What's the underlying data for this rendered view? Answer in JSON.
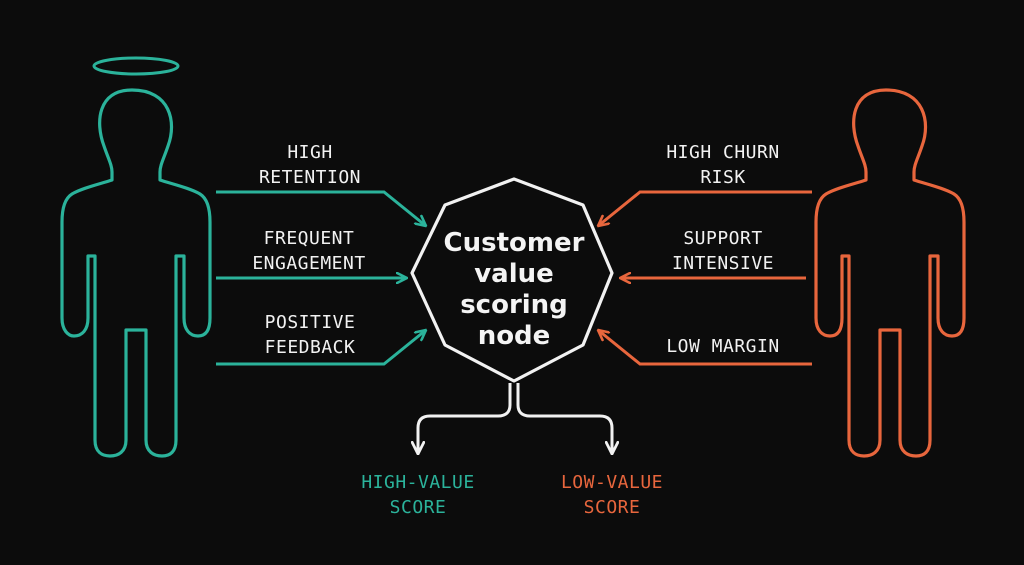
{
  "node": {
    "lines": [
      "Customer",
      "value",
      "scoring",
      "node"
    ]
  },
  "positive_signals": [
    {
      "lines": [
        "HIGH",
        "RETENTION"
      ]
    },
    {
      "lines": [
        "FREQUENT",
        "ENGAGEMENT"
      ]
    },
    {
      "lines": [
        "POSITIVE",
        "FEEDBACK"
      ]
    }
  ],
  "negative_signals": [
    {
      "lines": [
        "HIGH CHURN",
        "RISK"
      ]
    },
    {
      "lines": [
        "SUPPORT",
        "INTENSIVE"
      ]
    },
    {
      "lines": [
        "LOW MARGIN"
      ]
    }
  ],
  "outputs": {
    "high": {
      "lines": [
        "HIGH-VALUE",
        "SCORE"
      ]
    },
    "low": {
      "lines": [
        "LOW-VALUE",
        "SCORE"
      ]
    }
  },
  "colors": {
    "positive": "#2bb39b",
    "negative": "#e8663d",
    "neutral": "#f2f2f2",
    "background": "#0c0c0c"
  },
  "icons": {
    "left_figure": "angel-person-icon",
    "right_figure": "person-icon"
  }
}
